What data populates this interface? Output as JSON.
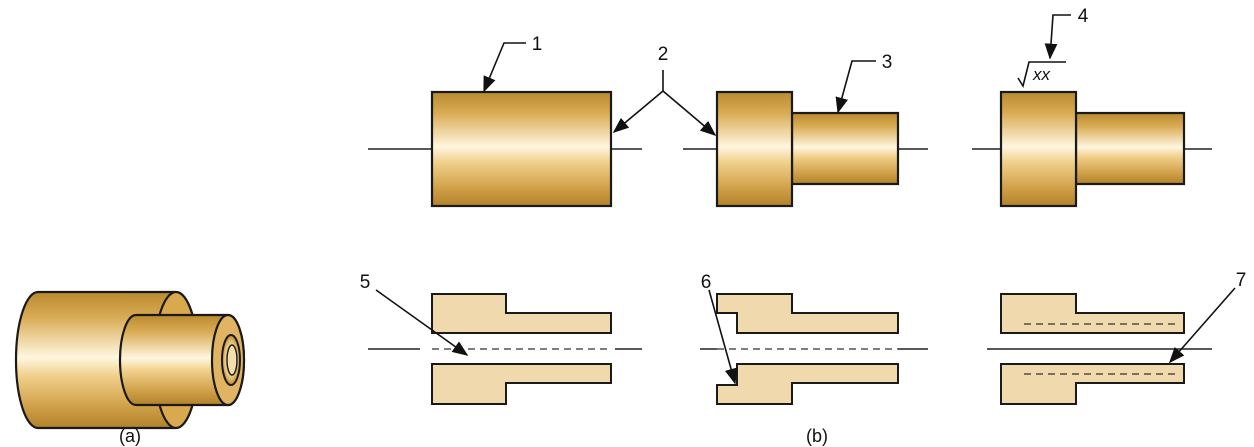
{
  "figure": {
    "captions": {
      "a": "(a)",
      "b": "(b)"
    },
    "callouts": [
      {
        "id": "1",
        "text": "1"
      },
      {
        "id": "2",
        "text": "2"
      },
      {
        "id": "3",
        "text": "3"
      },
      {
        "id": "4",
        "text": "4"
      },
      {
        "id": "5",
        "text": "5"
      },
      {
        "id": "6",
        "text": "6"
      },
      {
        "id": "7",
        "text": "7"
      }
    ],
    "surface_symbol": "xx",
    "colors": {
      "part_light": "#fff3d6",
      "part_mid": "#e3b866",
      "part_dark": "#b98a2f",
      "section_fill": "#f0d9ad",
      "outline": "#1a1a1a"
    }
  }
}
